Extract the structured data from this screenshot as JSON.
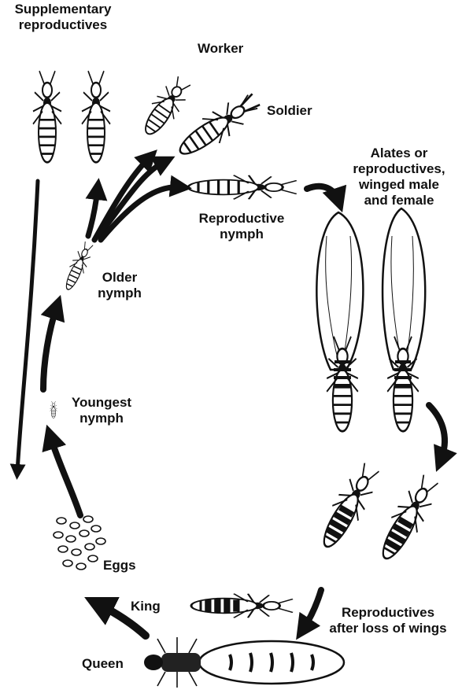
{
  "colors": {
    "ink": "#111111",
    "paper": "#ffffff"
  },
  "stages": {
    "supplementary": {
      "line1": "Supplementary",
      "line2": "reproductives"
    },
    "worker": {
      "label": "Worker"
    },
    "soldier": {
      "label": "Soldier"
    },
    "alates": {
      "line1": "Alates or",
      "line2": "reproductives,",
      "line3": "winged male",
      "line4": "and female"
    },
    "repro_nymph": {
      "line1": "Reproductive",
      "line2": "nymph"
    },
    "older_nymph": {
      "line1": "Older",
      "line2": "nymph"
    },
    "youngest_nymph": {
      "line1": "Youngest",
      "line2": "nymph"
    },
    "eggs": {
      "label": "Eggs"
    },
    "king": {
      "label": "King"
    },
    "queen": {
      "label": "Queen"
    },
    "dealates": {
      "line1": "Reproductives",
      "line2": "after loss of wings"
    }
  }
}
